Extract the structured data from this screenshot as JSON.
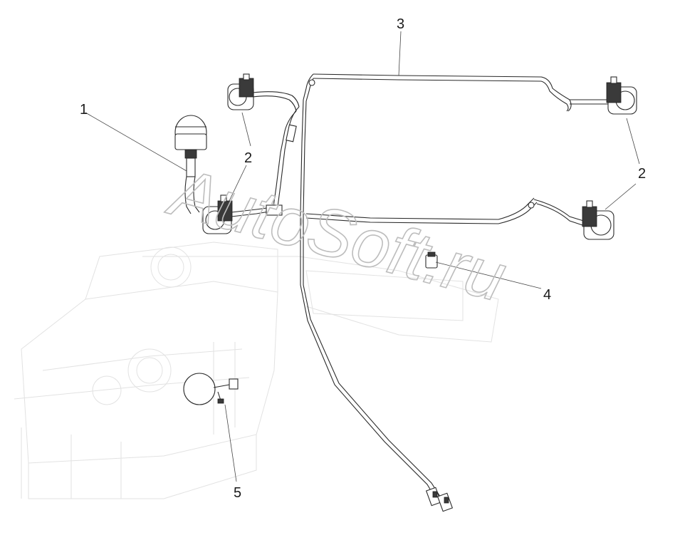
{
  "watermark": "AutoSoft.ru",
  "callouts": {
    "c1": "1",
    "c2a": "2",
    "c2b": "2",
    "c3": "3",
    "c4": "4",
    "c5": "5"
  },
  "parts": {
    "beacon": "beacon-lamp",
    "work_lamps": "work-lamp",
    "harness": "wiring-harness",
    "switch": "switch",
    "mirror": "mirror"
  }
}
